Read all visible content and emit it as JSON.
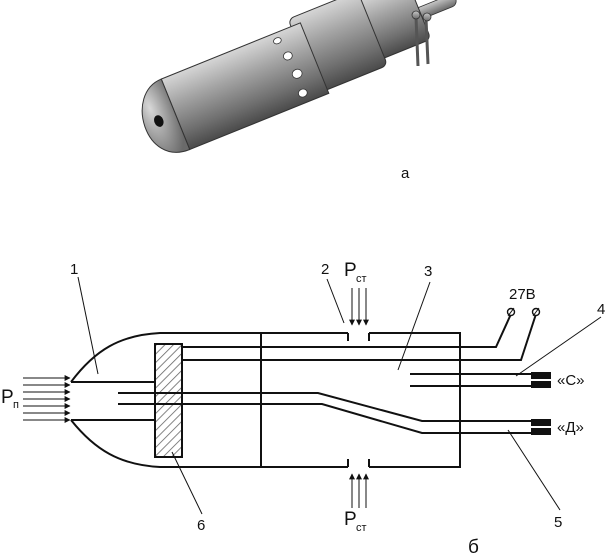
{
  "figure": {
    "panel_a_label": "а",
    "panel_b_label": "б"
  },
  "callouts": {
    "n1": "1",
    "n2": "2",
    "n3": "3",
    "n4": "4",
    "n5": "5",
    "n6": "6"
  },
  "pressures": {
    "total_main": "P",
    "total_sub": "п",
    "static_main": "P",
    "static_sub": "ст"
  },
  "terminals": {
    "power": "27В",
    "static_out": "«С»",
    "dynamic_out": "«Д»"
  },
  "colors": {
    "probe_body": "#8c8c8c",
    "hatch": "#666666"
  }
}
